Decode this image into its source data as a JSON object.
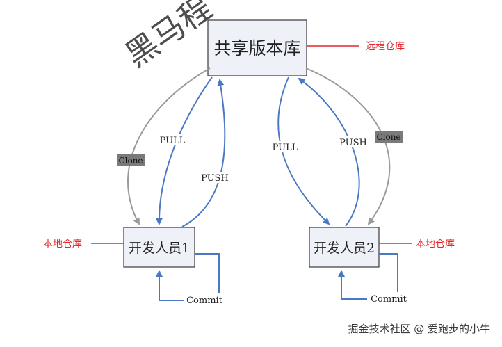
{
  "diagram": {
    "remote_box_label": "共享版本库",
    "dev1_box_label": "开发人员1",
    "dev2_box_label": "开发人员2",
    "remote_annotation": "远程仓库",
    "local_annotation_left": "本地仓库",
    "local_annotation_right": "本地仓库",
    "pull_label_left": "PULL",
    "push_label_left": "PUSH",
    "pull_label_right": "PULL",
    "push_label_right": "PUSH",
    "clone_label_left": "Clone",
    "clone_label_right": "Clone",
    "commit_label_left": "Commit",
    "commit_label_right": "Commit",
    "watermark_top": "黑马程",
    "footer_watermark": "掘金技术社区 @ 爱跑步的小牛"
  },
  "colors": {
    "box_fill": "#eef1f8",
    "box_stroke": "#3a3a3a",
    "blue_arrow": "#4a78c2",
    "gray_arrow": "#9a9a9a",
    "annotation_red": "#e4262b",
    "clone_bg": "#7a7a7a"
  }
}
